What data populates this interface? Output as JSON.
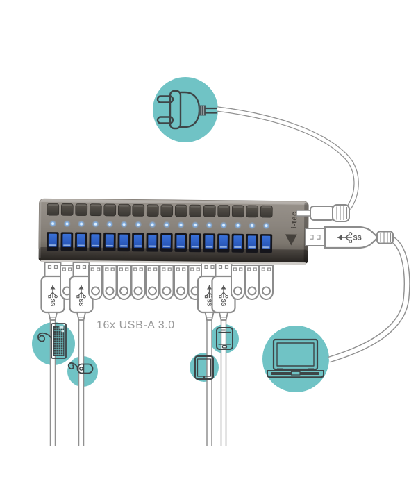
{
  "meta": {
    "description": "Product connection diagram of an i-tec 16-port USB charging hub",
    "background": "#ffffff"
  },
  "hub": {
    "brand": "i-tec",
    "ports_count": 16,
    "port_type": "USB-A 3.0",
    "power_buttons": 16,
    "status_leds": 16
  },
  "caption": {
    "text": "16x USB-A 3.0",
    "color": "#9a9a9a"
  },
  "connector_label": "SS",
  "plugs": {
    "count": 16,
    "cable_indices": [
      0,
      2,
      11,
      12
    ]
  },
  "devices": [
    "power-plug-icon",
    "keyboard-icon",
    "mouse-icon",
    "tablet-icon",
    "smartphone-icon",
    "laptop-icon"
  ],
  "colors": {
    "accent_teal": "#70c3c5",
    "icon_line": "#3e4547",
    "outline_gray": "#8c8c8c",
    "hub_body": "#8b857e",
    "hub_band": "#2a2724",
    "led_blue": "#8fc6f2",
    "port_blue": "#2e63cf",
    "caption_gray": "#9a9a9a"
  }
}
